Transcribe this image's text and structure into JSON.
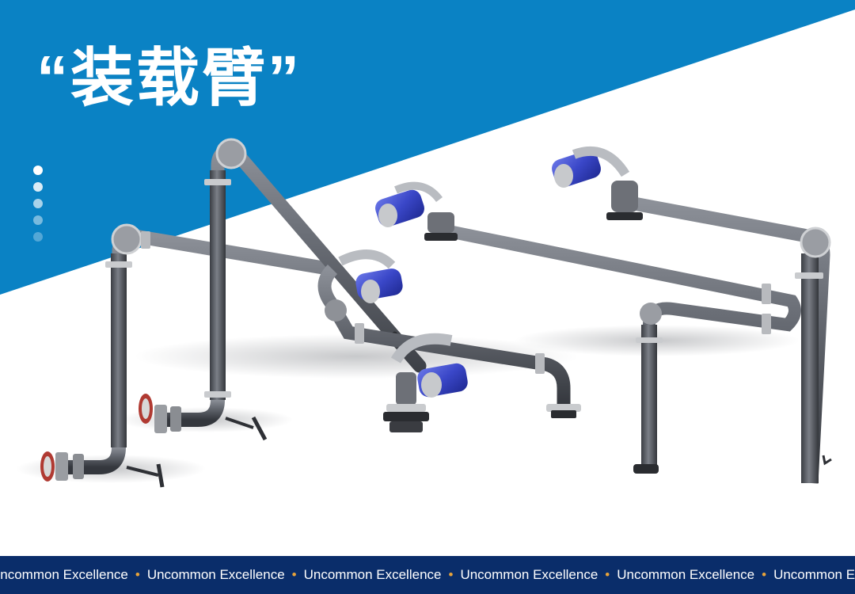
{
  "title": "“装载臂”",
  "colors": {
    "brand_blue": "#0a82c4",
    "ticker_bg": "#0a2d6a",
    "bullet": "#e8a33a",
    "actuator_blue": "#3a47c8",
    "pipe_gray": "#5e6168"
  },
  "slide_indicator": {
    "count": 5,
    "active_index": 0
  },
  "ticker": {
    "text": "Uncommon Excellence",
    "separator": "•"
  }
}
